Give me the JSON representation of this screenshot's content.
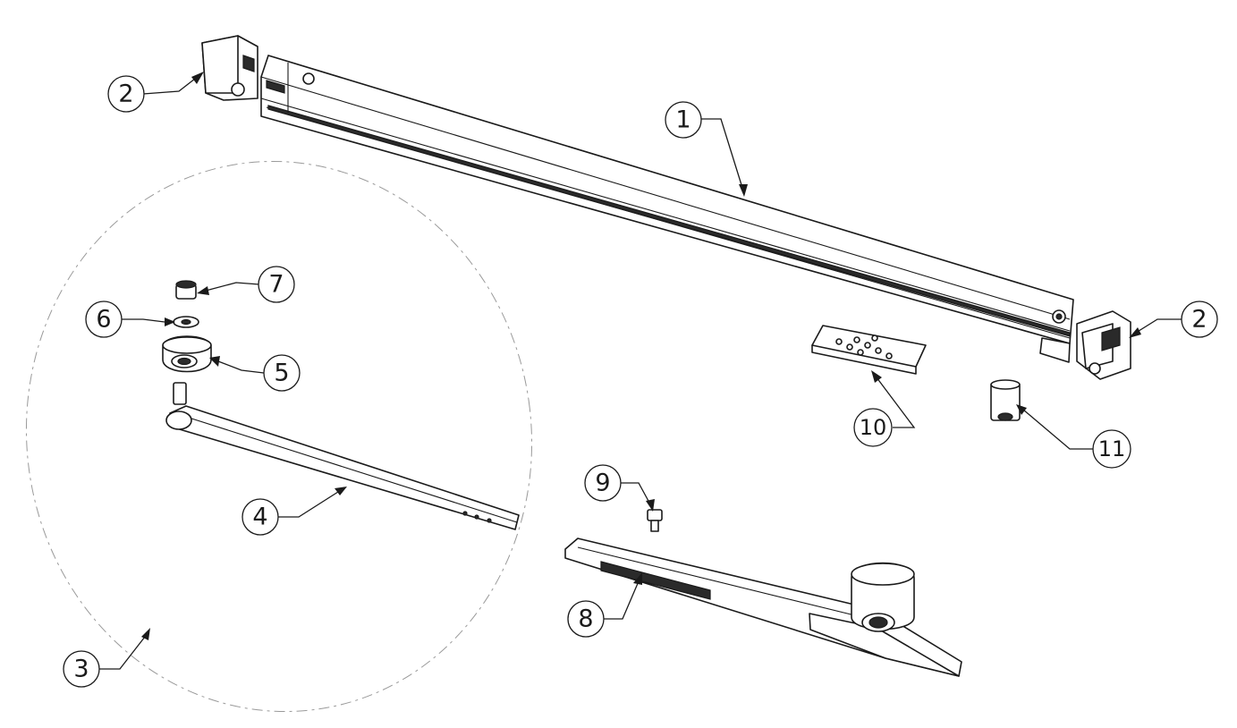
{
  "callouts": {
    "c1": "1",
    "c2a": "2",
    "c2b": "2",
    "c3": "3",
    "c4": "4",
    "c5": "5",
    "c6": "6",
    "c7": "7",
    "c8": "8",
    "c9": "9",
    "c10": "10",
    "c11": "11"
  },
  "colors": {
    "line": "#1a1a1a",
    "boundary": "#9a9a9a",
    "background": "#ffffff"
  }
}
